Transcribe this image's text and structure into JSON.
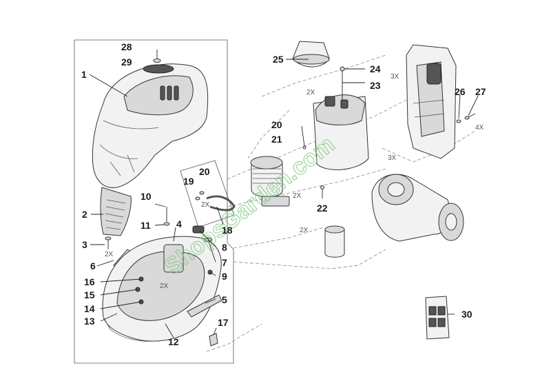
{
  "callouts": [
    {
      "id": "1",
      "text": "1"
    },
    {
      "id": "2",
      "text": "2"
    },
    {
      "id": "3",
      "text": "3"
    },
    {
      "id": "4",
      "text": "4"
    },
    {
      "id": "5",
      "text": "5"
    },
    {
      "id": "6",
      "text": "6"
    },
    {
      "id": "7",
      "text": "7"
    },
    {
      "id": "8",
      "text": "8"
    },
    {
      "id": "9",
      "text": "9"
    },
    {
      "id": "10",
      "text": "10"
    },
    {
      "id": "11",
      "text": "11"
    },
    {
      "id": "12",
      "text": "12"
    },
    {
      "id": "13",
      "text": "13"
    },
    {
      "id": "14",
      "text": "14"
    },
    {
      "id": "15",
      "text": "15"
    },
    {
      "id": "16",
      "text": "16"
    },
    {
      "id": "17",
      "text": "17"
    },
    {
      "id": "18",
      "text": "18"
    },
    {
      "id": "19",
      "text": "19"
    },
    {
      "id": "20a",
      "text": "20"
    },
    {
      "id": "20b",
      "text": "20"
    },
    {
      "id": "21",
      "text": "21"
    },
    {
      "id": "22",
      "text": "22"
    },
    {
      "id": "23",
      "text": "23"
    },
    {
      "id": "24",
      "text": "24"
    },
    {
      "id": "25",
      "text": "25"
    },
    {
      "id": "26",
      "text": "26"
    },
    {
      "id": "27",
      "text": "27"
    },
    {
      "id": "28",
      "text": "28"
    },
    {
      "id": "29",
      "text": "29"
    },
    {
      "id": "30",
      "text": "30"
    }
  ],
  "quantity_marks": [
    "2X",
    "3X",
    "4X"
  ],
  "watermark": "ShopsGarden.com",
  "colors": {
    "line": "#333333",
    "watermark": "#7cc77c"
  }
}
